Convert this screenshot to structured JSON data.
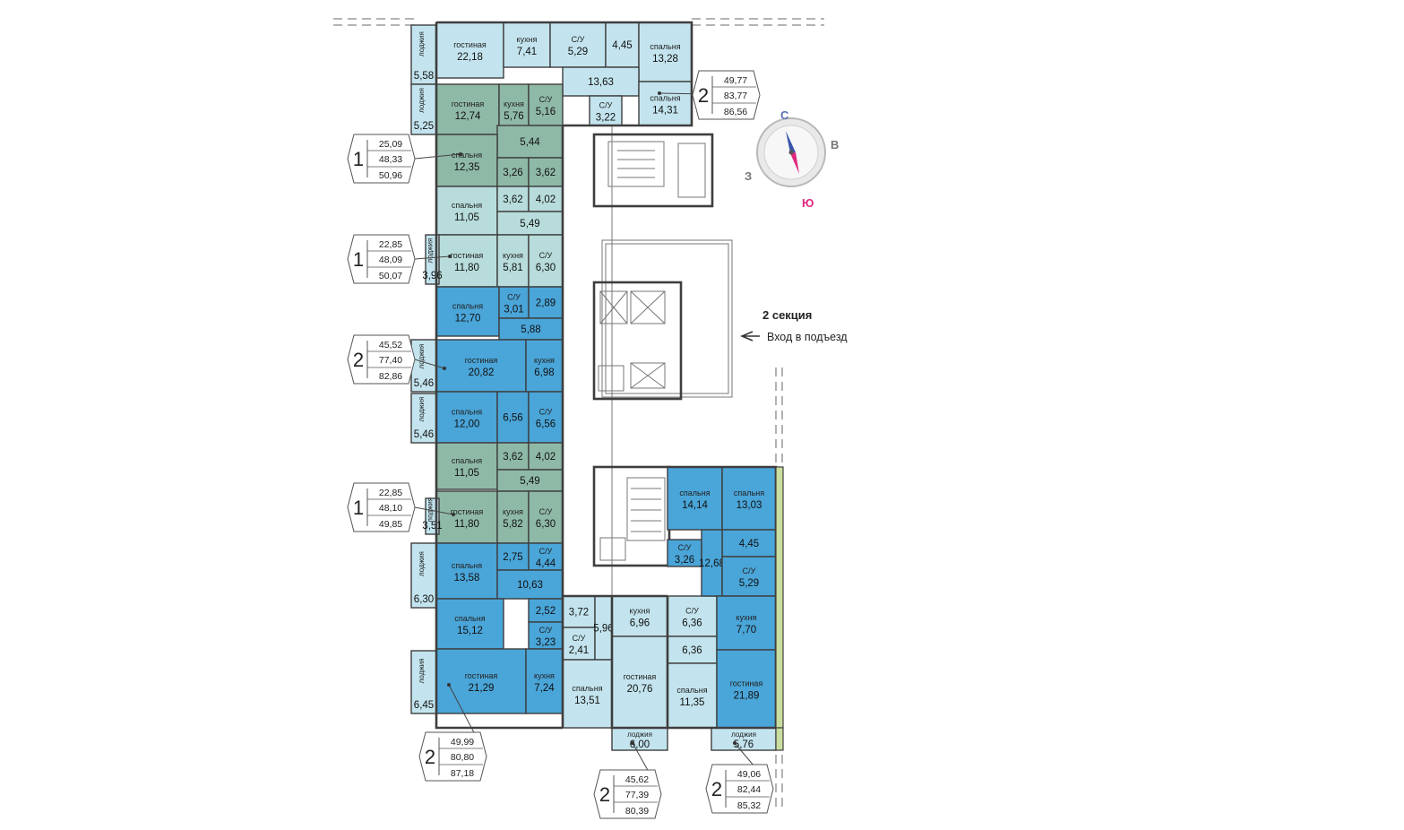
{
  "section_title": "2 секция",
  "entrance_label": "Вход в подъезд",
  "compass": {
    "north": "С",
    "east": "В",
    "south": "Ю",
    "west": "З",
    "north_color": "#5a6fb5",
    "south_color": "#e0287e"
  },
  "colors": {
    "light": "#c3e4ee",
    "green": "#8fb9a7",
    "teal": "#b7dcdb",
    "blue": "#4aa5d8",
    "core": "#ffffff"
  },
  "rooms": [
    {
      "id": "r1",
      "label": "гостиная",
      "value": "22,18"
    },
    {
      "id": "r2",
      "label": "кухня",
      "value": "7,41"
    },
    {
      "id": "r3",
      "label": "С/У",
      "value": "5,29"
    },
    {
      "id": "r4",
      "label": "",
      "value": "4,45"
    },
    {
      "id": "r5",
      "label": "спальня",
      "value": "13,28"
    },
    {
      "id": "r6",
      "label": "",
      "value": "13,63"
    },
    {
      "id": "r7",
      "label": "спальня",
      "value": "14,31"
    },
    {
      "id": "r8",
      "label": "С/У",
      "value": "3,22"
    },
    {
      "id": "r9",
      "label": "гостиная",
      "value": "12,74"
    },
    {
      "id": "r10",
      "label": "кухня",
      "value": "5,76"
    },
    {
      "id": "r11",
      "label": "С/У",
      "value": "5,16"
    },
    {
      "id": "r12",
      "label": "",
      "value": "5,44"
    },
    {
      "id": "r13",
      "label": "спальня",
      "value": "12,35"
    },
    {
      "id": "r14",
      "label": "",
      "value": "3,26"
    },
    {
      "id": "r15",
      "label": "",
      "value": "3,62"
    },
    {
      "id": "r16",
      "label": "спальня",
      "value": "11,05"
    },
    {
      "id": "r17",
      "label": "",
      "value": "3,62"
    },
    {
      "id": "r18",
      "label": "",
      "value": "4,02"
    },
    {
      "id": "r19",
      "label": "",
      "value": "5,49"
    },
    {
      "id": "r20",
      "label": "гостиная",
      "value": "11,80"
    },
    {
      "id": "r21",
      "label": "кухня",
      "value": "5,81"
    },
    {
      "id": "r22",
      "label": "С/У",
      "value": "6,30"
    },
    {
      "id": "r23",
      "label": "спальня",
      "value": "12,70"
    },
    {
      "id": "r24",
      "label": "С/У",
      "value": "3,01"
    },
    {
      "id": "r25",
      "label": "",
      "value": "2,89"
    },
    {
      "id": "r26",
      "label": "",
      "value": "5,88"
    },
    {
      "id": "r27",
      "label": "гостиная",
      "value": "20,82"
    },
    {
      "id": "r28",
      "label": "кухня",
      "value": "6,98"
    },
    {
      "id": "r29",
      "label": "спальня",
      "value": "12,00"
    },
    {
      "id": "r30",
      "label": "",
      "value": "6,56"
    },
    {
      "id": "r31",
      "label": "С/У",
      "value": "6,56"
    },
    {
      "id": "r32",
      "label": "спальня",
      "value": "11,05"
    },
    {
      "id": "r33",
      "label": "",
      "value": "3,62"
    },
    {
      "id": "r34",
      "label": "",
      "value": "4,02"
    },
    {
      "id": "r35",
      "label": "",
      "value": "5,49"
    },
    {
      "id": "r36",
      "label": "гостиная",
      "value": "11,80"
    },
    {
      "id": "r37",
      "label": "кухня",
      "value": "5,82"
    },
    {
      "id": "r38",
      "label": "С/У",
      "value": "6,30"
    },
    {
      "id": "r39",
      "label": "спальня",
      "value": "13,58"
    },
    {
      "id": "r40",
      "label": "",
      "value": "2,75"
    },
    {
      "id": "r41",
      "label": "С/У",
      "value": "4,44"
    },
    {
      "id": "r42",
      "label": "",
      "value": "10,63"
    },
    {
      "id": "r43",
      "label": "спальня",
      "value": "15,12"
    },
    {
      "id": "r44",
      "label": "",
      "value": "2,52"
    },
    {
      "id": "r45",
      "label": "С/У",
      "value": "3,23"
    },
    {
      "id": "r46",
      "label": "гостиная",
      "value": "21,29"
    },
    {
      "id": "r47",
      "label": "кухня",
      "value": "7,24"
    },
    {
      "id": "r48",
      "label": "",
      "value": "3,72"
    },
    {
      "id": "r49",
      "label": "С/У",
      "value": "2,41"
    },
    {
      "id": "r50",
      "label": "",
      "value": "5,96"
    },
    {
      "id": "r51",
      "label": "спальня",
      "value": "13,51"
    },
    {
      "id": "r52",
      "label": "кухня",
      "value": "6,96"
    },
    {
      "id": "r53",
      "label": "гостиная",
      "value": "20,76"
    },
    {
      "id": "r54",
      "label": "С/У",
      "value": "6,36"
    },
    {
      "id": "r55",
      "label": "",
      "value": "6,36"
    },
    {
      "id": "r56",
      "label": "спальня",
      "value": "11,35"
    },
    {
      "id": "r57",
      "label": "спальня",
      "value": "14,14"
    },
    {
      "id": "r58",
      "label": "спальня",
      "value": "13,03"
    },
    {
      "id": "r59",
      "label": "",
      "value": "4,45"
    },
    {
      "id": "r60",
      "label": "С/У",
      "value": "3,26"
    },
    {
      "id": "r61",
      "label": "",
      "value": "12,68"
    },
    {
      "id": "r62",
      "label": "С/У",
      "value": "5,29"
    },
    {
      "id": "r63",
      "label": "кухня",
      "value": "7,70"
    },
    {
      "id": "r64",
      "label": "гостиная",
      "value": "21,89"
    }
  ],
  "loggias": [
    {
      "id": "l1",
      "label": "лоджия",
      "value": "5,58"
    },
    {
      "id": "l2",
      "label": "лоджия",
      "value": "5,25"
    },
    {
      "id": "l3",
      "label": "лоджия",
      "value": "3,96"
    },
    {
      "id": "l4",
      "label": "лоджия",
      "value": "5,46"
    },
    {
      "id": "l5",
      "label": "лоджия",
      "value": "5,46"
    },
    {
      "id": "l6",
      "label": "лоджия",
      "value": "3,51"
    },
    {
      "id": "l7",
      "label": "лоджия",
      "value": "6,30"
    },
    {
      "id": "l8",
      "label": "лоджия",
      "value": "6,45"
    },
    {
      "id": "l9",
      "label": "лоджия",
      "value": "6,00"
    },
    {
      "id": "l10",
      "label": "лоджия",
      "value": "5,76"
    }
  ],
  "badges": [
    {
      "id": "b1",
      "rooms": "2",
      "v1": "49,77",
      "v2": "83,77",
      "v3": "86,56"
    },
    {
      "id": "b2",
      "rooms": "1",
      "v1": "25,09",
      "v2": "48,33",
      "v3": "50,96"
    },
    {
      "id": "b3",
      "rooms": "1",
      "v1": "22,85",
      "v2": "48,09",
      "v3": "50,07"
    },
    {
      "id": "b4",
      "rooms": "2",
      "v1": "45,52",
      "v2": "77,40",
      "v3": "82,86"
    },
    {
      "id": "b5",
      "rooms": "1",
      "v1": "22,85",
      "v2": "48,10",
      "v3": "49,85"
    },
    {
      "id": "b6",
      "rooms": "2",
      "v1": "49,99",
      "v2": "80,80",
      "v3": "87,18"
    },
    {
      "id": "b7",
      "rooms": "2",
      "v1": "45,62",
      "v2": "77,39",
      "v3": "80,39"
    },
    {
      "id": "b8",
      "rooms": "2",
      "v1": "49,06",
      "v2": "82,44",
      "v3": "85,32"
    }
  ]
}
